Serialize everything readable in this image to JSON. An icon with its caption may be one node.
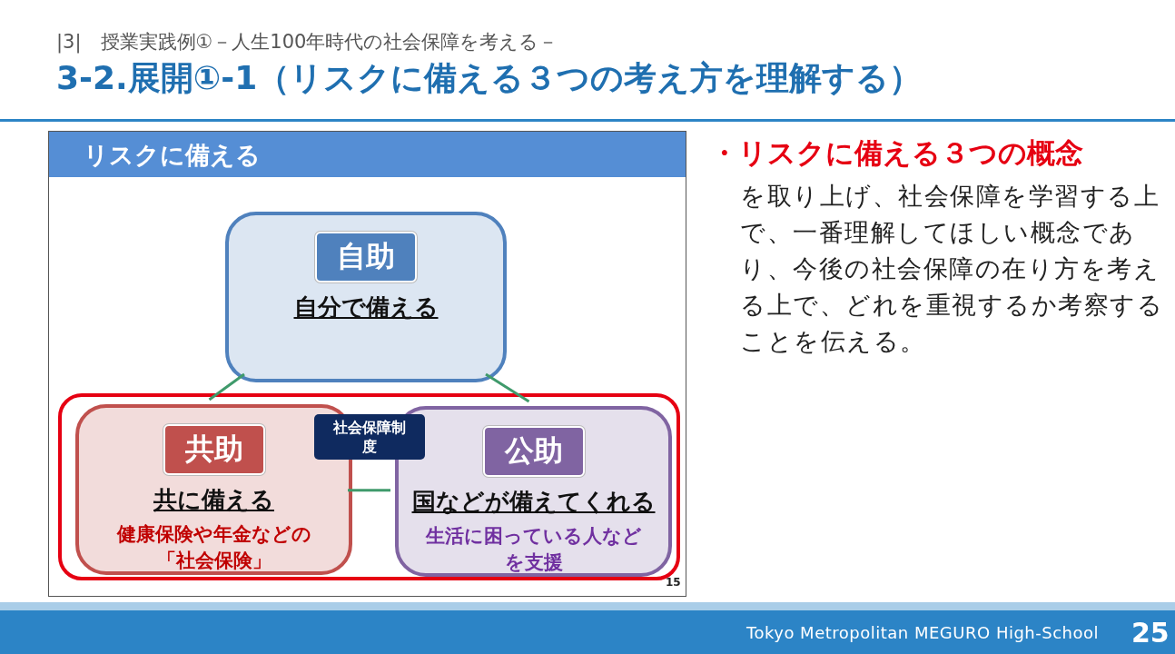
{
  "diagram": {
    "title": "3-2.展開①-1（リスクに備える３つの考え方を理解する）",
    "nodes": [
      {
        "text": [
          "リスクに備える"
        ]
      },
      {
        "text": [
          "自助",
          "自分で備える"
        ],
        "in": 0
      },
      {
        "text": [
          "社会保障制度"
        ],
        "in": 0
      },
      {
        "text": [
          "共助",
          "共に備える",
          "健康保険や年金などの「社会保険」"
        ],
        "in": 2
      },
      {
        "text": [
          "公助",
          "国などが備えてくれる",
          "生活に困っている人などを支援"
        ],
        "in": 2
      }
    ],
    "edges": [
      {
        "from": 1,
        "to": 3,
        "arrow": "none"
      },
      {
        "from": 1,
        "to": 4,
        "arrow": "none"
      },
      {
        "from": 3,
        "to": 4,
        "arrow": "none"
      }
    ],
    "labels": [
      "|3|　授業実践例①－人生100年時代の社会保障を考える－",
      "・リスクに備える３つの概念",
      "を取り上げ、社会保障を学習する上で、一番理解してほしい概念であり、今後の社会保障の在り方を考える上で、どれを重視するか考察することを伝える。",
      "15",
      "Tokyo Metropolitan MEGURO High-School",
      "25"
    ]
  }
}
